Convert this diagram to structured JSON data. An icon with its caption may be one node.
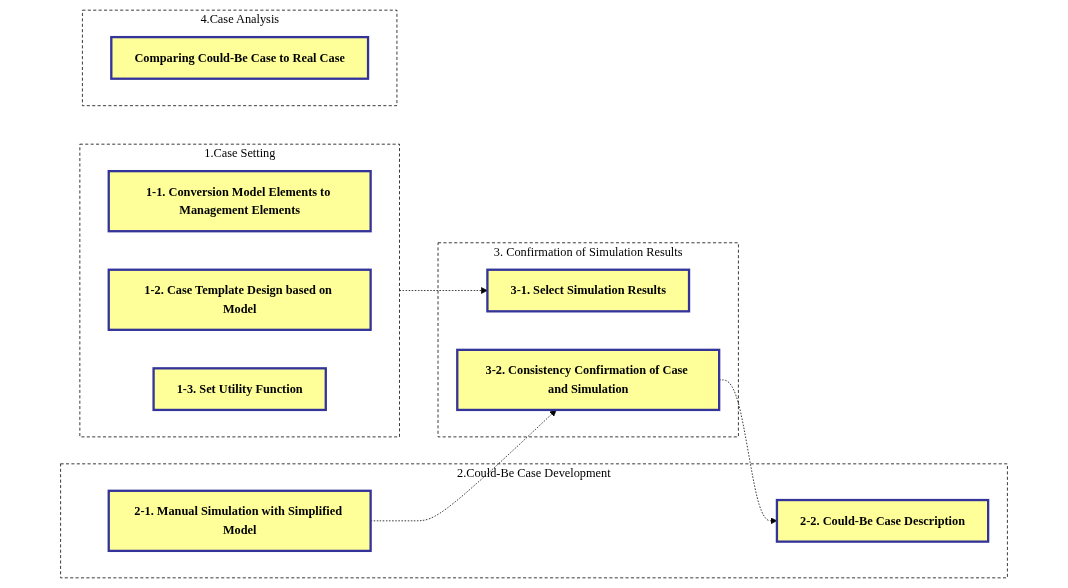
{
  "diagram": {
    "nodes": [
      {
        "text": [
          "1.Case Setting"
        ]
      },
      {
        "text": [
          "1-1. Conversion Model Elements to Management Elements"
        ],
        "in": 0
      },
      {
        "text": [
          "1-2. Case Template Design based on Model"
        ],
        "in": 0
      },
      {
        "text": [
          "1-3. Set Utility Function"
        ],
        "in": 0
      },
      {
        "text": [
          "2.Could-Be Case Development"
        ]
      },
      {
        "text": [
          "2-1. Manual Simulation with Simplified Model"
        ],
        "in": 4
      },
      {
        "text": [
          "2-2. Could-Be Case Description"
        ],
        "in": 4
      },
      {
        "text": [
          "4.Case Analysis"
        ]
      },
      {
        "text": [
          "Comparing Could-Be Case to Real Case"
        ],
        "in": 7
      },
      {
        "text": [
          "3. Confirmation of Simulation Results"
        ]
      },
      {
        "text": [
          "3-1. Select Simulation Results"
        ],
        "in": 9
      },
      {
        "text": [
          "3-2. Consistency Confirmation of Case and Simulation"
        ],
        "in": 9
      }
    ],
    "edges": [
      {
        "from": 0,
        "to": 10,
        "arrow": "to",
        "style": "dashed"
      },
      {
        "from": 5,
        "to": 11,
        "arrow": "to",
        "style": "dashed"
      },
      {
        "from": 11,
        "to": 6,
        "arrow": "to",
        "style": "dashed"
      }
    ]
  }
}
